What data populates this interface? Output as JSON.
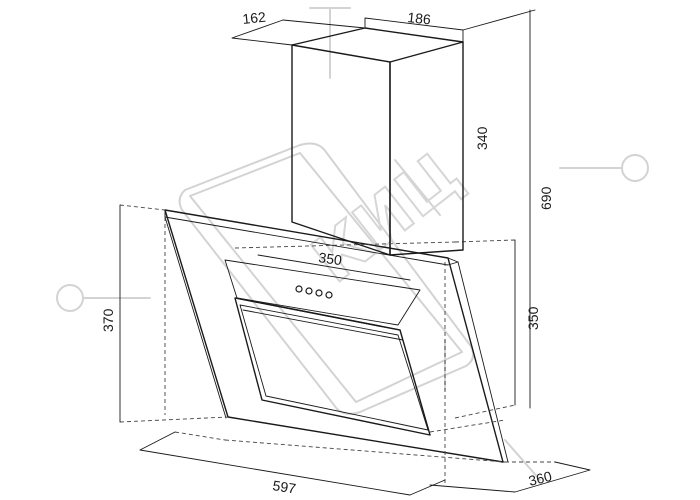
{
  "dimensions": {
    "chimney_depth": "162",
    "chimney_width": "186",
    "chimney_height": "340",
    "total_height": "690",
    "hood_top_width": "350",
    "hood_height": "370",
    "hood_depth_height": "350",
    "hood_width": "597",
    "hood_depth": "360"
  },
  "watermark": {
    "text": "КИЦ"
  },
  "colors": {
    "line": "#1a1a1a",
    "watermark": "#d3d3d3"
  },
  "control_panel": {
    "button_count": 4
  }
}
